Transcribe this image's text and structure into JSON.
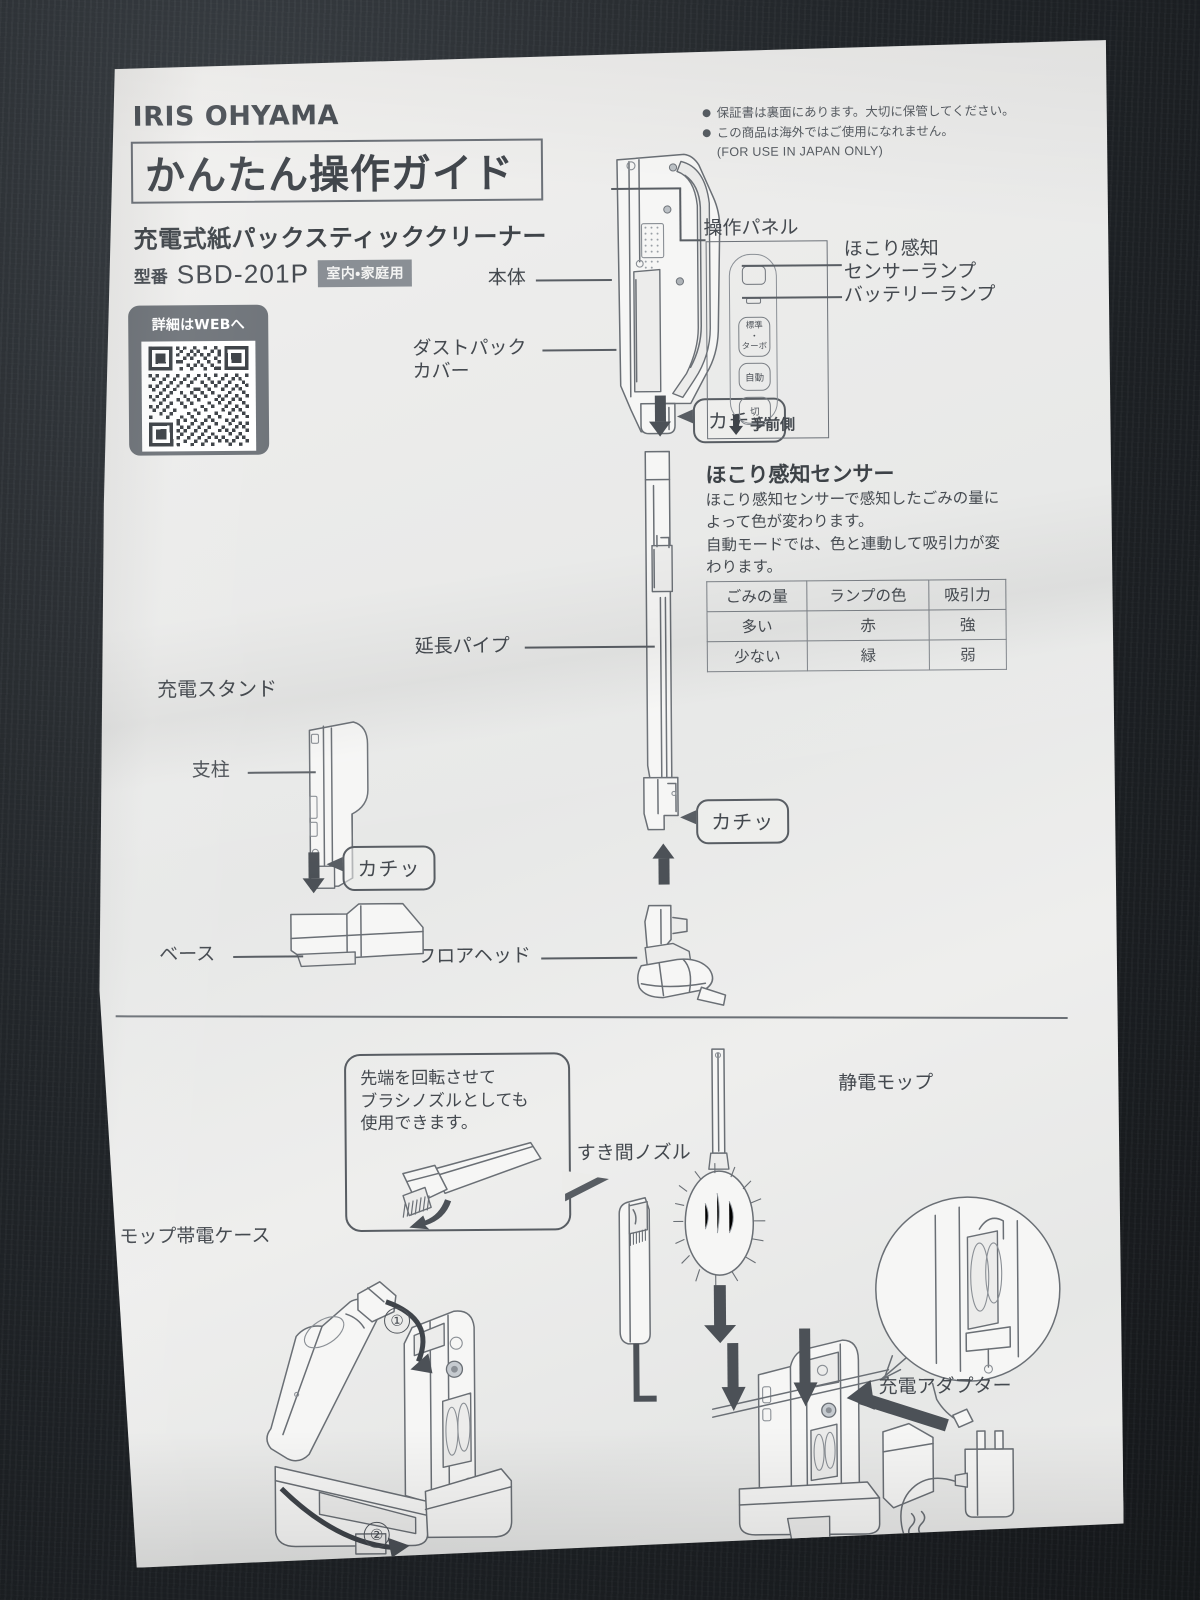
{
  "document": {
    "brand": "IRIS OHYAMA",
    "title": "かんたん操作ガイド",
    "subtitle": "充電式紙パックスティッククリーナー",
    "model_prefix": "型番",
    "model_number": "SBD-201P",
    "model_badge": "室内・家庭用"
  },
  "qr": {
    "label": "詳細はWEBへ",
    "icon": "qr-code-icon"
  },
  "notices": {
    "line1": "保証書は裏面にあります。大切に保管してください。",
    "line2": "この商品は海外ではご使用になれません。",
    "line2_sub": "(FOR USE IN JAPAN ONLY)"
  },
  "parts": {
    "main_body": "本体",
    "dust_pack_cover_l1": "ダストパック",
    "dust_pack_cover_l2": "カバー",
    "extension_pipe": "延長パイプ",
    "floor_head": "フロアヘッド",
    "charging_stand": "充電スタンド",
    "pillar": "支柱",
    "base": "ベース",
    "click": "カチッ",
    "crevice_nozzle": "すき間ノズル",
    "static_mop": "静電モップ",
    "mop_charge_case": "モップ帯電ケース",
    "charging_adapter": "充電アダプター"
  },
  "control_panel": {
    "title": "操作パネル",
    "sensor_lamp_l1": "ほこり感知",
    "sensor_lamp_l2": "センサーランプ",
    "battery_lamp": "バッテリーランプ",
    "buttons": [
      {
        "line1": "標準",
        "line2": "・",
        "line3": "ターボ"
      },
      {
        "line1": "自動"
      },
      {
        "line1": "切"
      }
    ],
    "front_side": "手前側"
  },
  "dust_sensor": {
    "heading": "ほこり感知センサー",
    "body": "ほこり感知センサーで感知したごみの量によって色が変わります。\n自動モードでは、色と連動して吸引力が変わります。",
    "table": {
      "headers": [
        "ごみの量",
        "ランプの色",
        "吸引力"
      ],
      "rows": [
        [
          "多い",
          "赤",
          "強"
        ],
        [
          "少ない",
          "緑",
          "弱"
        ]
      ]
    }
  },
  "tip": {
    "line1": "先端を回転させて",
    "line2": "ブラシノズルとしても",
    "line3": "使用できます。"
  },
  "steps": {
    "one": "①",
    "two": "②"
  },
  "colors": {
    "paper": "#ececeb",
    "ink": "#4a4f55",
    "badge": "#8a8f95",
    "qr_card": "#6e7379",
    "desk": "#23272b"
  }
}
